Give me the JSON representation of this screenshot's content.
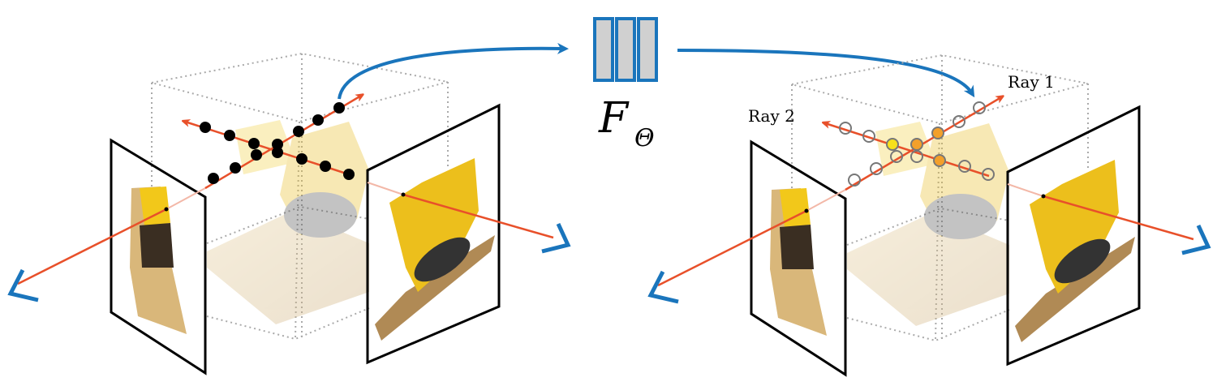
{
  "network": {
    "symbol": "F",
    "subscript": "Θ"
  },
  "rays": {
    "ray1_label": "Ray 1",
    "ray2_label": "Ray 2"
  },
  "colors": {
    "ray": "#e8502a",
    "arrow_blue": "#1a75bc",
    "network_fill": "#d0d0d0",
    "sample_point": "#000000",
    "hollow_sample": "#777777",
    "yellow_sample": "#f7e11b",
    "orange_sample": "#f3a02b"
  }
}
